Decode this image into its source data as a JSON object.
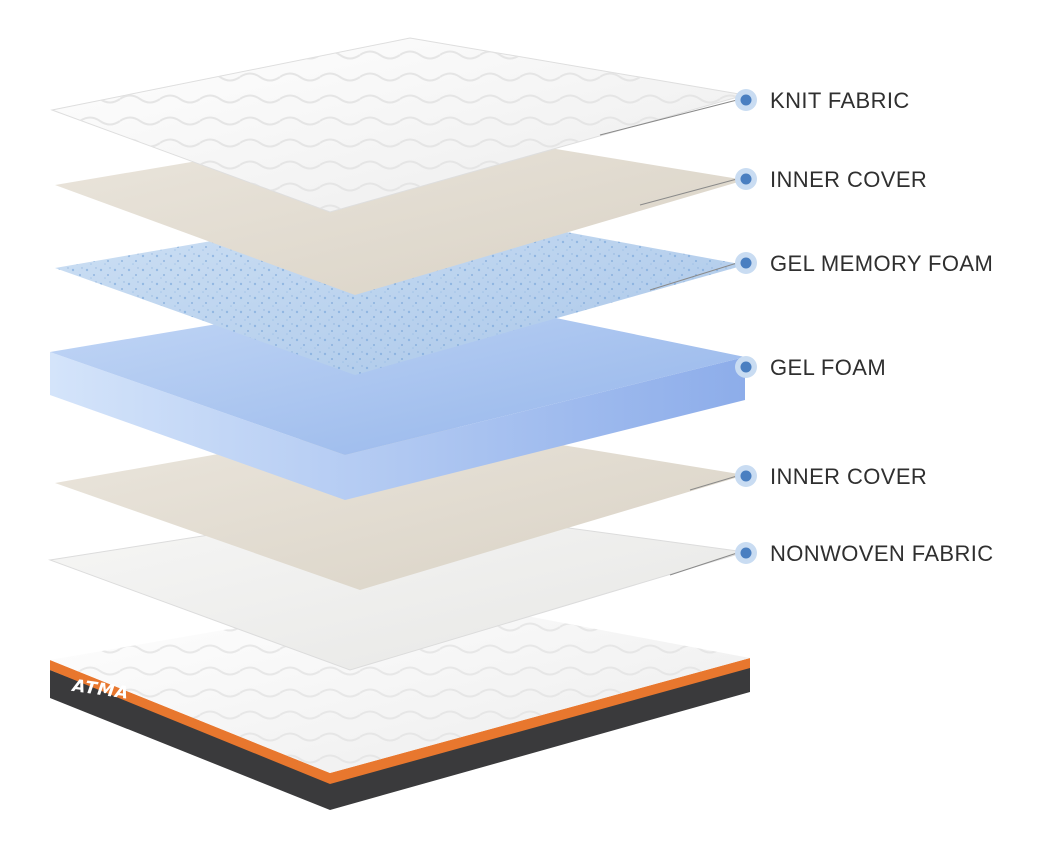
{
  "diagram": {
    "layers": [
      {
        "name": "knit-fabric",
        "label": "KNIT FABRIC"
      },
      {
        "name": "inner-cover-top",
        "label": "INNER COVER"
      },
      {
        "name": "gel-memory-foam",
        "label": "GEL MEMORY FOAM"
      },
      {
        "name": "gel-foam",
        "label": "GEL FOAM"
      },
      {
        "name": "inner-cover-bottom",
        "label": "INNER COVER"
      },
      {
        "name": "nonwoven-fabric",
        "label": "NONWOVEN FABRIC"
      }
    ],
    "brand_logo_text": "ATMA"
  },
  "colors": {
    "dot": "#4a7fc1",
    "dot_halo": "#c9dcf2",
    "leader": "#8a8a8a",
    "knit": "#f6f6f6",
    "beige": "#e3ddd2",
    "gel_foam": "#a9c4ee",
    "memory_foam": "#bcd5ef",
    "base_dark": "#3a3a3c",
    "base_stripe": "#e8772e"
  }
}
